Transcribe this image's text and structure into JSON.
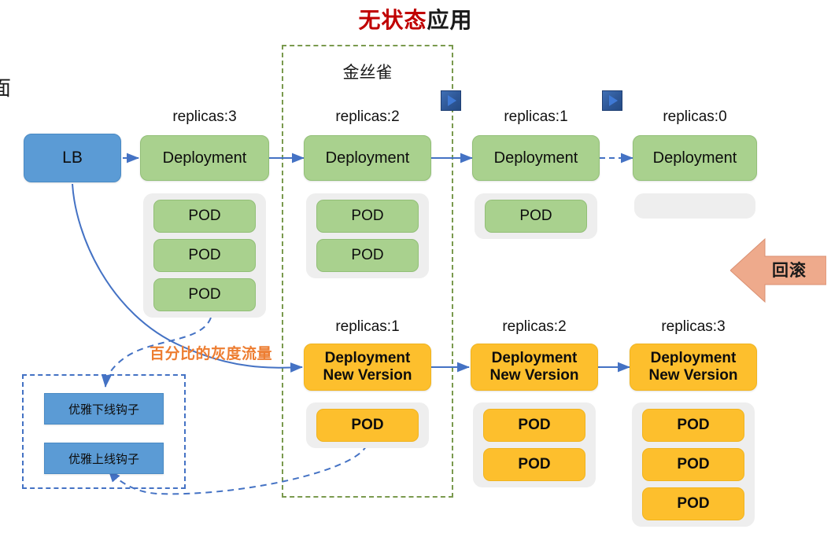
{
  "title": {
    "red_part": "无状态",
    "black_part": "应用",
    "full": "无状态应用"
  },
  "edge_glyph": "面",
  "canary": {
    "label": "金丝雀",
    "border_color": "#7a9a4e"
  },
  "lb": {
    "label": "LB",
    "color": "#5b9bd5"
  },
  "old_version": {
    "color": "#a9d18e",
    "columns": [
      {
        "replicas_label": "replicas:3",
        "deployment_label": "Deployment",
        "pods": [
          "POD",
          "POD",
          "POD"
        ]
      },
      {
        "replicas_label": "replicas:2",
        "deployment_label": "Deployment",
        "pods": [
          "POD",
          "POD"
        ]
      },
      {
        "replicas_label": "replicas:1",
        "deployment_label": "Deployment",
        "pods": [
          "POD"
        ]
      },
      {
        "replicas_label": "replicas:0",
        "deployment_label": "Deployment",
        "pods": []
      }
    ]
  },
  "new_version": {
    "color": "#fdbf2d",
    "columns": [
      {
        "replicas_label": "replicas:1",
        "deployment_label": "Deployment\nNew Version",
        "line1": "Deployment",
        "line2": "New Version",
        "pods": [
          "POD"
        ]
      },
      {
        "replicas_label": "replicas:2",
        "deployment_label": "Deployment\nNew Version",
        "line1": "Deployment",
        "line2": "New Version",
        "pods": [
          "POD",
          "POD"
        ]
      },
      {
        "replicas_label": "replicas:3",
        "deployment_label": "Deployment\nNew Version",
        "line1": "Deployment",
        "line2": "New Version",
        "pods": [
          "POD",
          "POD",
          "POD"
        ]
      }
    ]
  },
  "traffic_label": {
    "text": "百分比的灰度流量",
    "color": "#ed7d31"
  },
  "rollback": {
    "label": "回滚",
    "color": "#eeaa8c"
  },
  "hooks": {
    "border_color": "#4472c4",
    "items": [
      {
        "label": "优雅下线钩子"
      },
      {
        "label": "优雅上线钩子"
      }
    ]
  },
  "icons": {
    "play": "play-icon",
    "arrow_left": "arrow-left-icon"
  }
}
